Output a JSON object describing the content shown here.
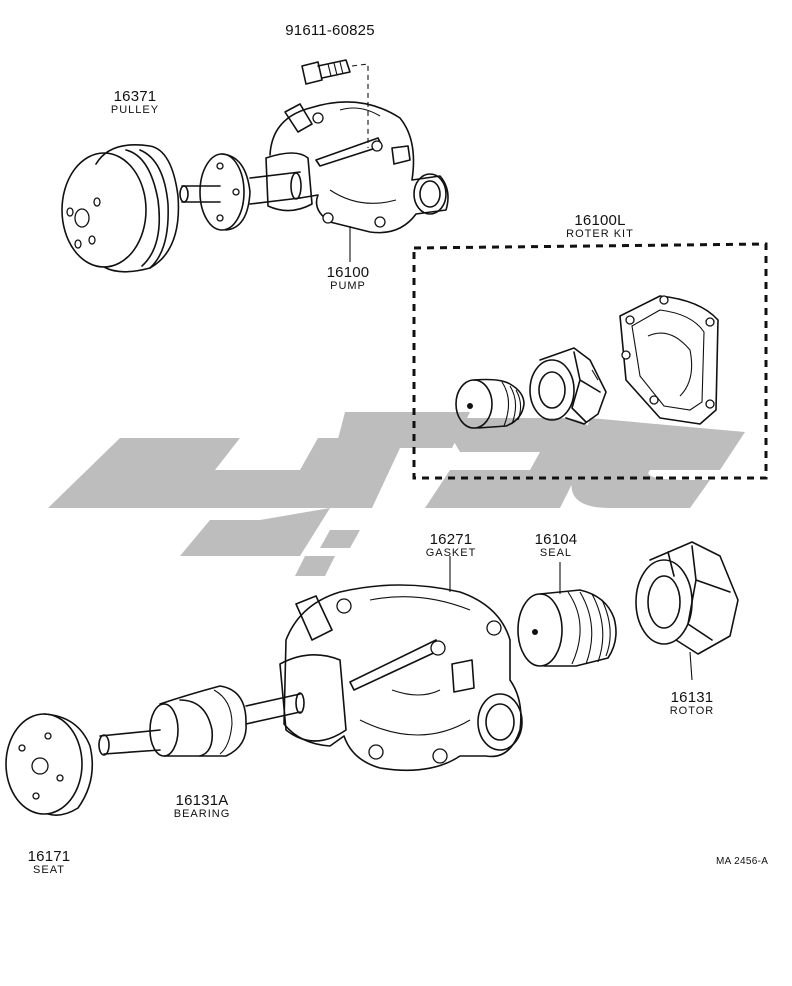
{
  "parts": [
    {
      "id": "bolt",
      "number": "91611-60825",
      "name": ""
    },
    {
      "id": "pulley",
      "number": "16371",
      "name": "PULLEY"
    },
    {
      "id": "pump",
      "number": "16100",
      "name": "PUMP"
    },
    {
      "id": "rotor-kit",
      "number": "16100L",
      "name": "ROTER KIT"
    },
    {
      "id": "gasket",
      "number": "16271",
      "name": "GASKET"
    },
    {
      "id": "seal",
      "number": "16104",
      "name": "SEAL"
    },
    {
      "id": "rotor",
      "number": "16131",
      "name": "ROTOR"
    },
    {
      "id": "bearing",
      "number": "16131A",
      "name": "BEARING"
    },
    {
      "id": "seat",
      "number": "16171",
      "name": "SEAT"
    }
  ],
  "diagram_ref": "MA 2456-A",
  "watermark": {
    "color": "#bdbdbd"
  },
  "ink_color": "#111111"
}
